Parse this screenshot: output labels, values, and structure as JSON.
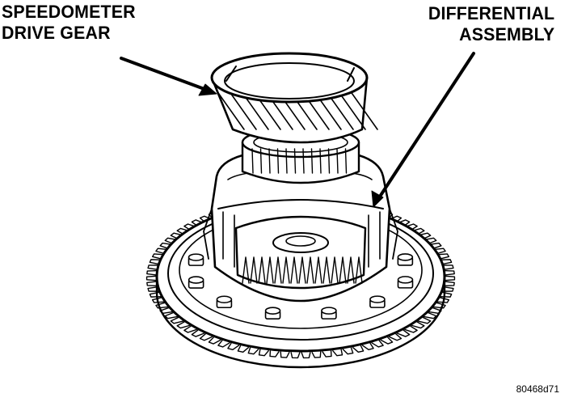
{
  "callouts": {
    "speedometer_line1": "SPEEDOMETER",
    "speedometer_line2": "DRIVE GEAR",
    "differential_line1": "DIFFERENTIAL",
    "differential_line2": "ASSEMBLY"
  },
  "figure_id": "80468d71",
  "colors": {
    "ink": "#000000",
    "paper": "#ffffff"
  }
}
